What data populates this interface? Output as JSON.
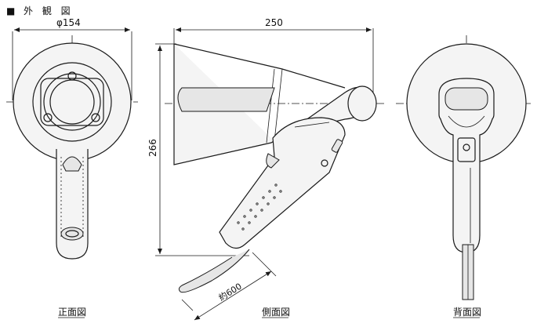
{
  "header": {
    "bullet": "■",
    "title": "外 観 図"
  },
  "dimensions": {
    "front_diameter": "φ154",
    "side_width": "250",
    "side_height": "266",
    "strap_length": "約600"
  },
  "views": {
    "front": "正面図",
    "side": "側面図",
    "back": "背面図"
  }
}
